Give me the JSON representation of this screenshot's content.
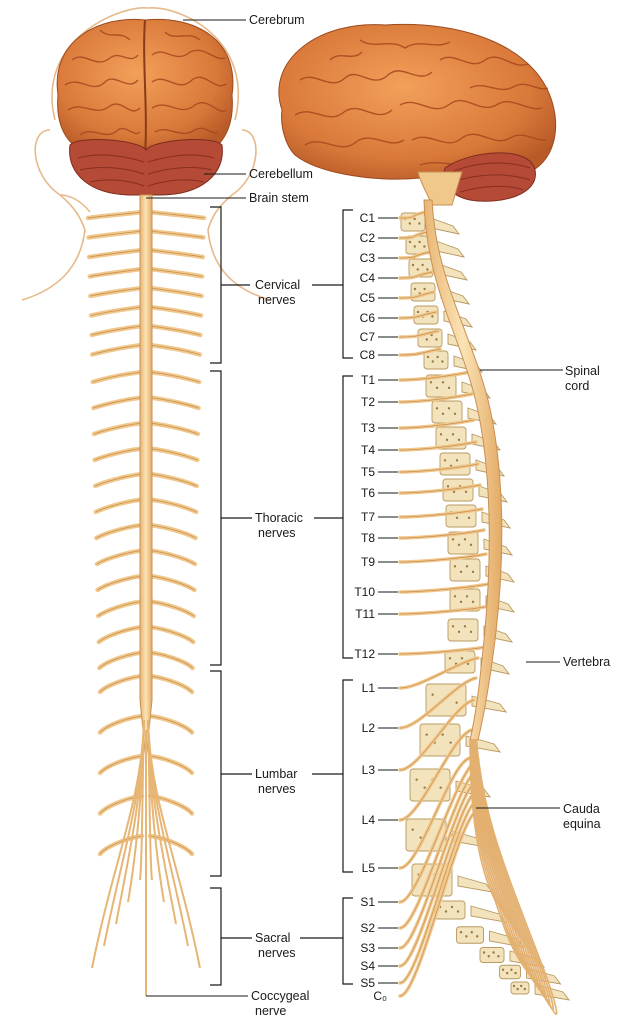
{
  "labels": {
    "cerebrum": "Cerebrum",
    "cerebellum": "Cerebellum",
    "brain_stem": "Brain stem",
    "cervical_1": "Cervical",
    "cervical_2": "nerves",
    "thoracic_1": "Thoracic",
    "thoracic_2": "nerves",
    "lumbar_1": "Lumbar",
    "lumbar_2": "nerves",
    "sacral_1": "Sacral",
    "sacral_2": "nerves",
    "coccygeal_1": "Coccygeal",
    "coccygeal_2": "nerve",
    "spinal_1": "Spinal",
    "spinal_2": "cord",
    "vertebra": "Vertebra",
    "cauda_1": "Cauda",
    "cauda_2": "equina"
  },
  "segments": {
    "cervical": [
      "C1",
      "C2",
      "C3",
      "C4",
      "C5",
      "C6",
      "C7",
      "C8"
    ],
    "thoracic": [
      "T1",
      "T2",
      "T3",
      "T4",
      "T5",
      "T6",
      "T7",
      "T8",
      "T9",
      "T10",
      "T11",
      "T12"
    ],
    "lumbar": [
      "L1",
      "L2",
      "L3",
      "L4",
      "L5"
    ],
    "sacral": [
      "S1",
      "S2",
      "S3",
      "S4",
      "S5"
    ],
    "coccygeal": "C₀"
  },
  "colors": {
    "brain": "#d9793a",
    "brain_fold": "#a8461f",
    "cerebellum": "#b54a36",
    "cord": "#f0c88c",
    "cord_edge": "#c98f52",
    "bone": "#f3e3bc",
    "bone_edge": "#b99861",
    "skin_outline": "#e7b98a"
  }
}
